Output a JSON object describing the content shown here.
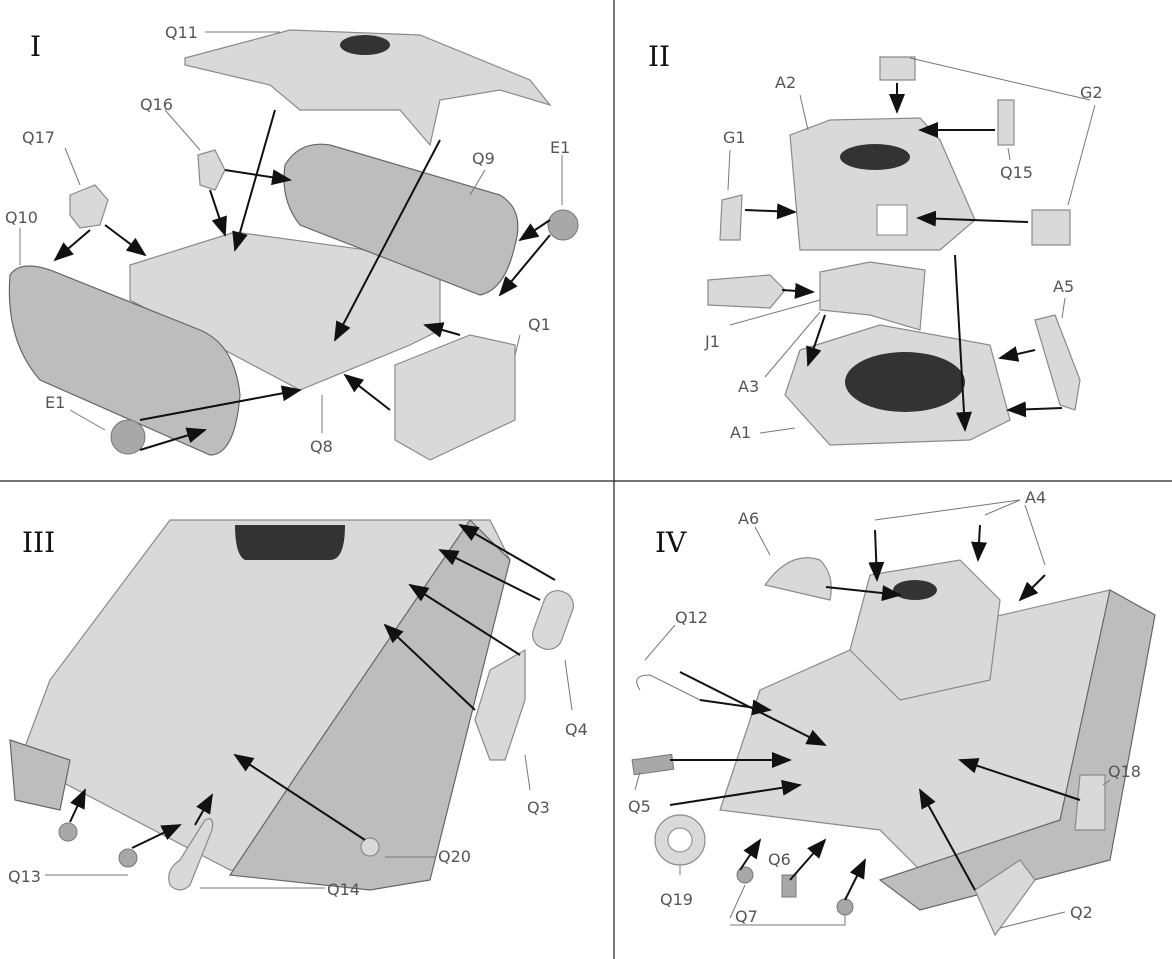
{
  "steps": {
    "s1": {
      "title": "I",
      "labels": {
        "q11": "Q11",
        "q16": "Q16",
        "q17": "Q17",
        "q10": "Q10",
        "q9": "Q9",
        "e1a": "E1",
        "q1": "Q1",
        "e1b": "E1",
        "q8": "Q8"
      }
    },
    "s2": {
      "title": "II",
      "labels": {
        "a2": "A2",
        "g1": "G1",
        "g2": "G2",
        "q15": "Q15",
        "a5": "A5",
        "j1": "J1",
        "a3": "A3",
        "a1": "A1"
      }
    },
    "s3": {
      "title": "III",
      "labels": {
        "q4": "Q4",
        "q3": "Q3",
        "q20": "Q20",
        "q13": "Q13",
        "q14": "Q14"
      }
    },
    "s4": {
      "title": "IV",
      "labels": {
        "a6": "A6",
        "a4": "A4",
        "q12": "Q12",
        "q5": "Q5",
        "q6": "Q6",
        "q19": "Q19",
        "q7": "Q7",
        "q18": "Q18",
        "q2": "Q2"
      }
    }
  }
}
